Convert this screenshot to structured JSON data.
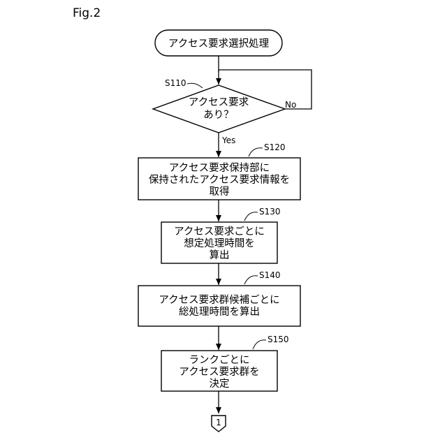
{
  "figure_label": "Fig.2",
  "start": {
    "text": "アクセス要求選択処理"
  },
  "decision": {
    "step": "S110",
    "lines": [
      "アクセス要求",
      "あり？"
    ],
    "yes_label": "Yes",
    "no_label": "No"
  },
  "processes": [
    {
      "step": "S120",
      "lines": [
        "アクセス要求保持部に",
        "保持されたアクセス要求情報を",
        "取得"
      ]
    },
    {
      "step": "S130",
      "lines": [
        "アクセス要求ごとに",
        "想定処理時間を",
        "算出"
      ]
    },
    {
      "step": "S140",
      "lines": [
        "アクセス要求群候補ごとに",
        "総処理時間を算出"
      ]
    },
    {
      "step": "S150",
      "lines": [
        "ランクごとに",
        "アクセス要求群を",
        "決定"
      ]
    }
  ],
  "connector": {
    "text": "1"
  }
}
